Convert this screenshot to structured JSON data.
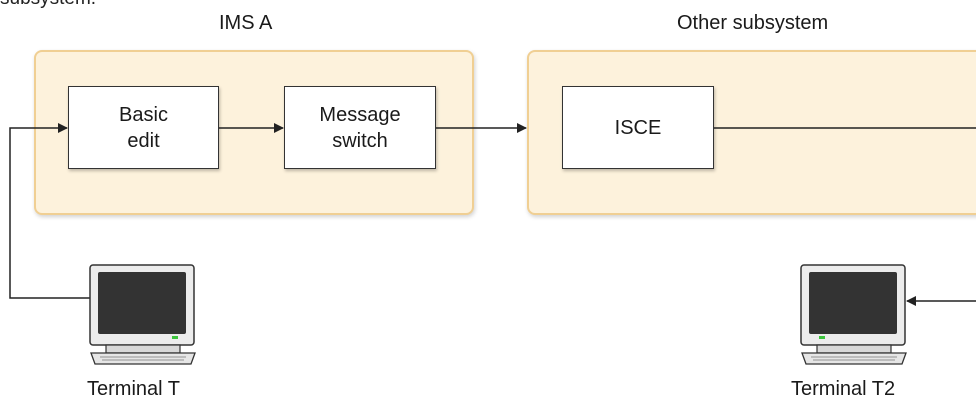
{
  "top_fragment": "subsystem.",
  "ims_a": {
    "title": "IMS A",
    "basic_edit": [
      "Basic",
      "edit"
    ],
    "message_switch": [
      "Message",
      "switch"
    ]
  },
  "other": {
    "title": "Other subsystem",
    "isce": "ISCE"
  },
  "terminals": {
    "t": "Terminal T",
    "t2": "Terminal T2"
  },
  "colors": {
    "panel_fill": "#fdf2dc",
    "panel_border": "#f0cf93",
    "line": "#222222"
  }
}
